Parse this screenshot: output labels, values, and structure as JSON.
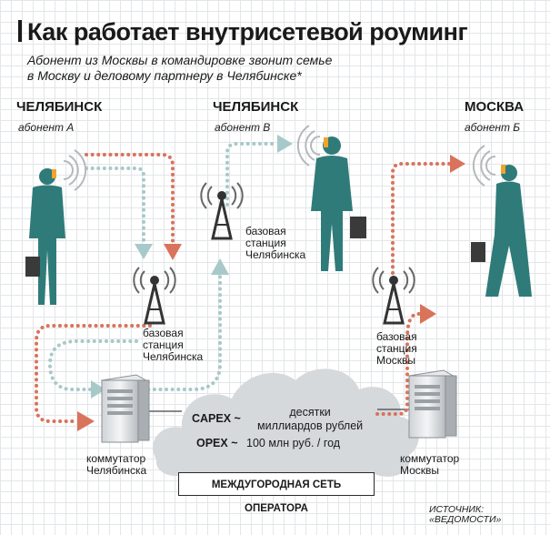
{
  "title": "Как работает внутрисетевой роуминг",
  "subtitle": [
    "Абонент из Москвы в командировке звонит семье",
    "в Москву и деловому партнеру в Челябинске*"
  ],
  "columns": [
    {
      "city": "ЧЕЛЯБИНСК",
      "subscriber": "абонент А"
    },
    {
      "city": "ЧЕЛЯБИНСК",
      "subscriber": "абонент В"
    },
    {
      "city": "МОСКВА",
      "subscriber": "абонент Б"
    }
  ],
  "base_stations": [
    {
      "lines": [
        "базовая",
        "станция",
        "Челябинска"
      ]
    },
    {
      "lines": [
        "базовая",
        "станция",
        "Челябинска"
      ]
    },
    {
      "lines": [
        "базовая",
        "станция",
        "Москвы"
      ]
    }
  ],
  "switches": [
    {
      "lines": [
        "коммутатор",
        "Челябинска"
      ]
    },
    {
      "lines": [
        "коммутатор",
        "Москвы"
      ]
    }
  ],
  "costs": {
    "capex_label": "CAPEX ~",
    "capex_value": [
      "десятки",
      "миллиардов рублей"
    ],
    "opex_label": "OPEX ~",
    "opex_value": "100 млн руб. / год"
  },
  "network_label": "МЕЖДУГОРОДНАЯ СЕТЬ ОПЕРАТОРА",
  "source": "ИСТОЧНИК: «ВЕДОМОСТИ»",
  "colors": {
    "orange_path": "#d9735c",
    "teal_path": "#a7c9c9",
    "person": "#2f7b7a",
    "cloud": "#d5d9dc",
    "phone": "#f0a42b"
  },
  "icons": [
    "person-icon",
    "antenna-icon",
    "server-icon",
    "cloud-icon",
    "signal-waves-icon"
  ]
}
